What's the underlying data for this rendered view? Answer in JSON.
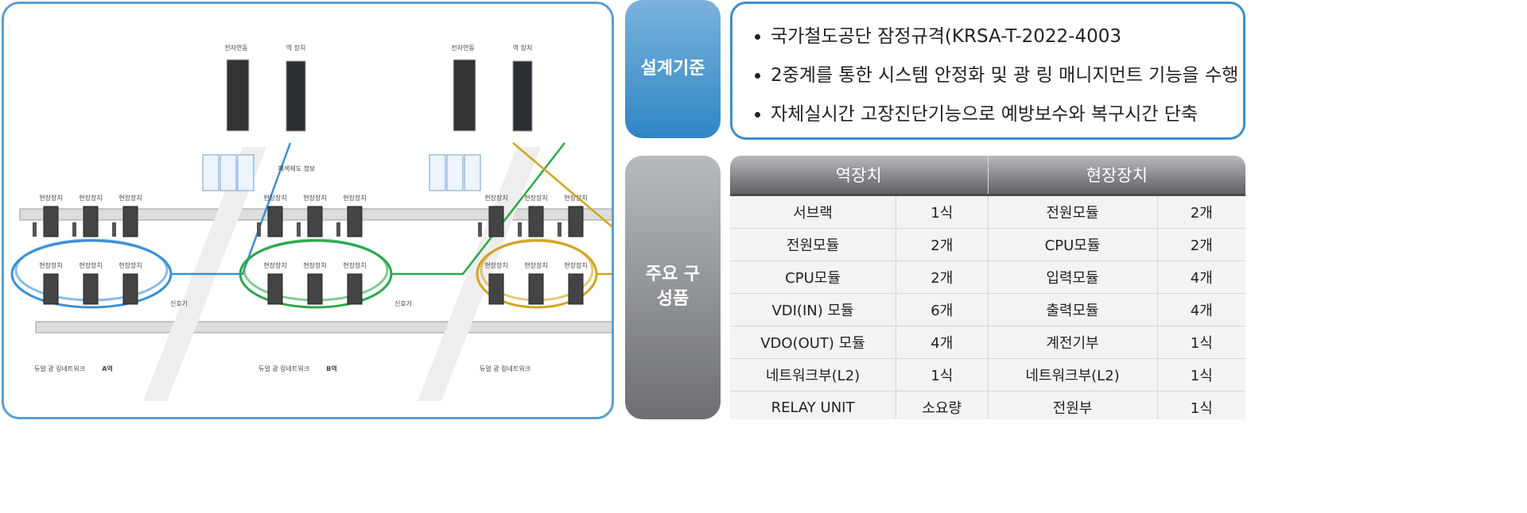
{
  "diagram": {
    "station_labels": [
      "전자연동",
      "역 장치"
    ],
    "field_label": "현장장치",
    "signal_label": "신호기",
    "info_label": "폐색제도 정보",
    "ring_label": "듀얼 광 링네트워크",
    "stations": [
      "A역",
      "B역",
      ""
    ],
    "ring_colors": [
      "#3b8fd6",
      "#2aa84a",
      "#d1a520"
    ]
  },
  "design": {
    "label": "설계기준",
    "bullets": [
      "국가철도공단 잠정규격(KRSA-T-2022-4003",
      "2중계를 통한 시스템 안정화 및 광 링 매니지먼트 기능을 수행",
      "자체실시간 고장진단기능으로 예방보수와 복구시간 단축"
    ]
  },
  "components": {
    "label": "주요 구성품",
    "headers": [
      "역장치",
      "현장장치"
    ],
    "rows": [
      [
        "서브랙",
        "1식",
        "전원모듈",
        "2개"
      ],
      [
        "전원모듈",
        "2개",
        "CPU모듈",
        "2개"
      ],
      [
        "CPU모듈",
        "2개",
        "입력모듈",
        "4개"
      ],
      [
        "VDI(IN) 모듈",
        "6개",
        "출력모듈",
        "4개"
      ],
      [
        "VDO(OUT) 모듈",
        "4개",
        "계전기부",
        "1식"
      ],
      [
        "네트워크부(L2)",
        "1식",
        "네트워크부(L2)",
        "1식"
      ],
      [
        "RELAY UNIT",
        "소요량",
        "전원부",
        "1식"
      ]
    ]
  }
}
